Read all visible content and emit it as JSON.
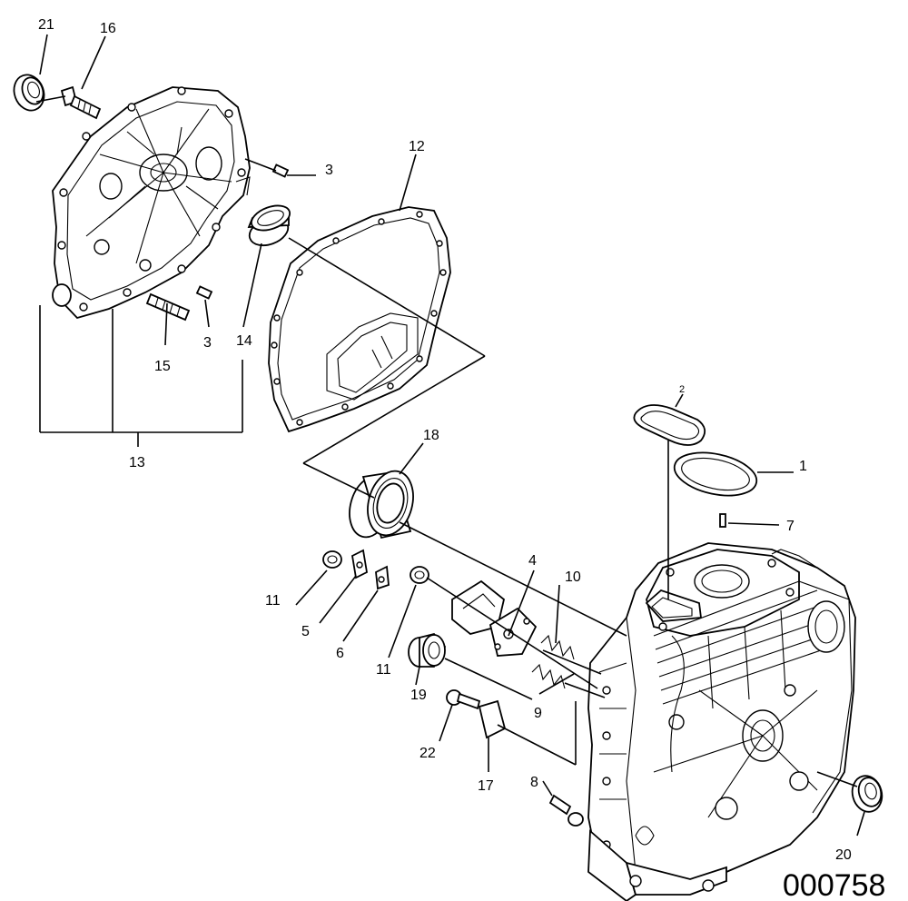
{
  "diagram": {
    "drawing_number": "000758",
    "callouts": [
      {
        "id": "c1",
        "text": "1"
      },
      {
        "id": "c2",
        "text": "2"
      },
      {
        "id": "c3a",
        "text": "3"
      },
      {
        "id": "c3b",
        "text": "3"
      },
      {
        "id": "c4",
        "text": "4"
      },
      {
        "id": "c5",
        "text": "5"
      },
      {
        "id": "c6",
        "text": "6"
      },
      {
        "id": "c7",
        "text": "7"
      },
      {
        "id": "c8",
        "text": "8"
      },
      {
        "id": "c9",
        "text": "9"
      },
      {
        "id": "c10",
        "text": "10"
      },
      {
        "id": "c11a",
        "text": "11"
      },
      {
        "id": "c11b",
        "text": "11"
      },
      {
        "id": "c12",
        "text": "12"
      },
      {
        "id": "c13",
        "text": "13"
      },
      {
        "id": "c14",
        "text": "14"
      },
      {
        "id": "c15",
        "text": "15"
      },
      {
        "id": "c16",
        "text": "16"
      },
      {
        "id": "c17",
        "text": "17"
      },
      {
        "id": "c18",
        "text": "18"
      },
      {
        "id": "c19",
        "text": "19"
      },
      {
        "id": "c20",
        "text": "20"
      },
      {
        "id": "c21",
        "text": "21"
      },
      {
        "id": "c22",
        "text": "22"
      }
    ]
  }
}
